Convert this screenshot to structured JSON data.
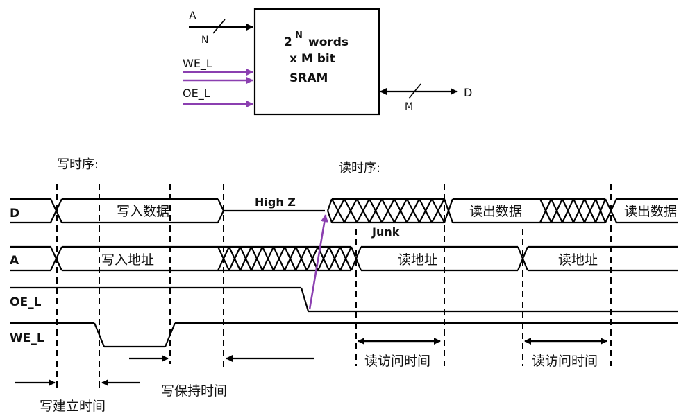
{
  "sram_block": {
    "line1_base": "2",
    "line1_exp": "N",
    "line1_rest": "words",
    "line2": "x  M bit",
    "line3": "SRAM"
  },
  "signals": {
    "a_in": "A",
    "a_width": "N",
    "we_in": "WE_L",
    "oe_in": "OE_L",
    "d_out": "D",
    "d_width": "M"
  },
  "timing": {
    "write_title": "写时序:",
    "read_title": "读时序:",
    "row_labels": [
      "D",
      "A",
      "OE_L",
      "WE_L"
    ],
    "d_write": "写入数据",
    "high_z": "High Z",
    "junk": "Junk",
    "d_read_1": "读出数据",
    "d_read_2": "读出数据",
    "a_write": "写入地址",
    "a_read_1": "读地址",
    "a_read_2": "读地址",
    "access_time_1": "读访问时间",
    "access_time_2": "读访问时间",
    "hold_time": "写保持时间",
    "setup_time": "写建立时间"
  },
  "colors": {
    "line": "#000000",
    "control_arrows": "#8b3fb0"
  }
}
